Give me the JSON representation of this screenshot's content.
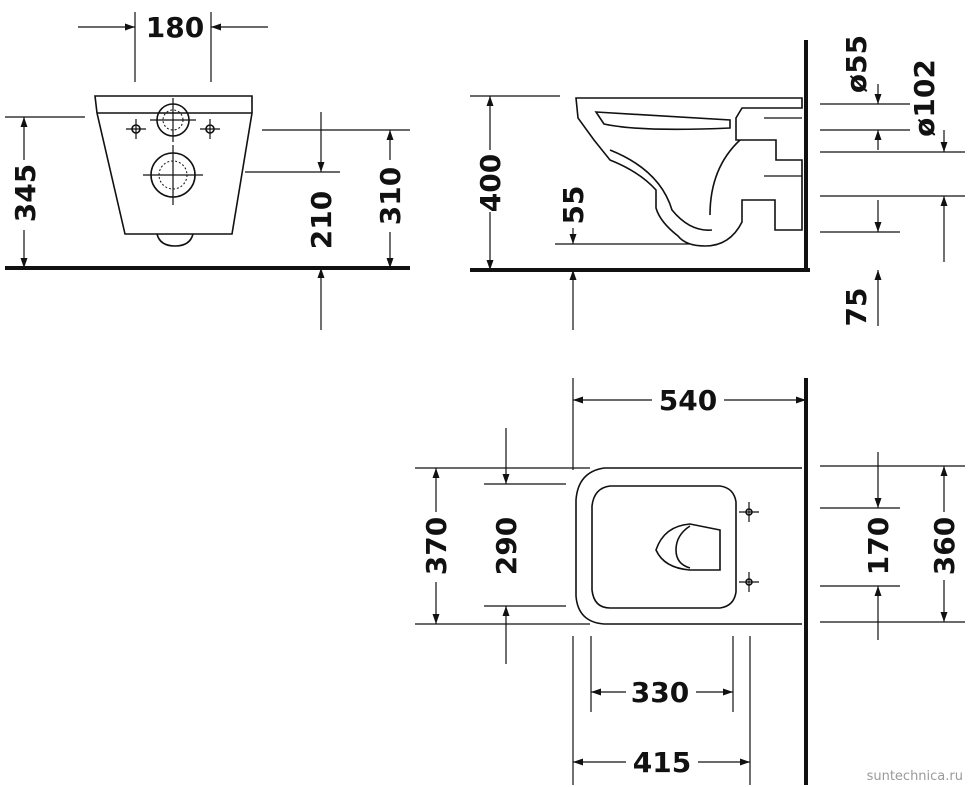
{
  "front_view": {
    "width_top": "180",
    "height_total": "345",
    "height_outlet": "210",
    "height_inlet": "310"
  },
  "side_view": {
    "height_rim": "400",
    "height_low": "55",
    "diameter_inlet": "ø55",
    "diameter_outlet": "ø102",
    "offset_bottom": "75"
  },
  "top_view": {
    "length_total": "540",
    "width_outer": "370",
    "width_inner": "290",
    "fixing_distance": "170",
    "width_wall": "360",
    "length_inner": "330",
    "length_mid": "415"
  },
  "watermark": "suntechnica.ru"
}
